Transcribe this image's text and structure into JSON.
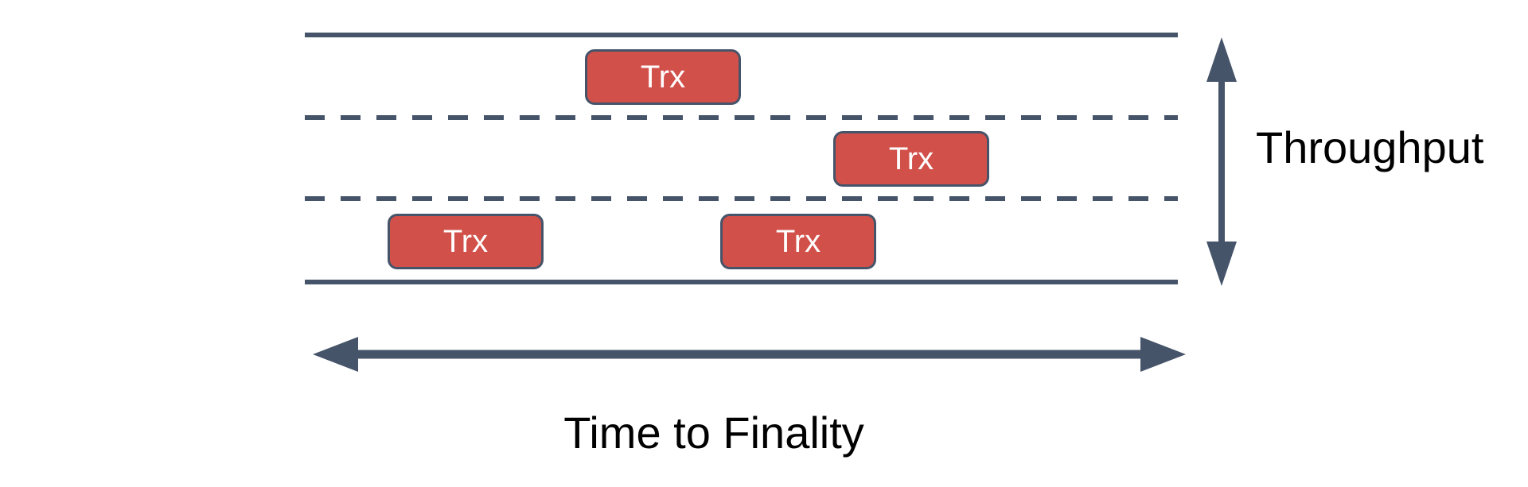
{
  "diagram": {
    "description": "Blockchain lanes diagram comparing transaction throughput (number of parallel lanes) against time to finality (lane length)",
    "labels": {
      "throughput": "Throughput",
      "time_to_finality": "Time to Finality"
    },
    "lanes": {
      "count": 3,
      "boundary_style": "solid top and bottom, dashed dividers between lanes"
    },
    "transactions": [
      {
        "label": "Trx",
        "lane": 1
      },
      {
        "label": "Trx",
        "lane": 2
      },
      {
        "label": "Trx",
        "lane": 3
      },
      {
        "label": "Trx",
        "lane": 3
      }
    ],
    "colors": {
      "line": "#46546A",
      "box_fill": "#D2504A",
      "box_border": "#46546A",
      "box_text": "#FFFFFF",
      "label_text": "#000000",
      "background": "#FFFFFF"
    }
  }
}
